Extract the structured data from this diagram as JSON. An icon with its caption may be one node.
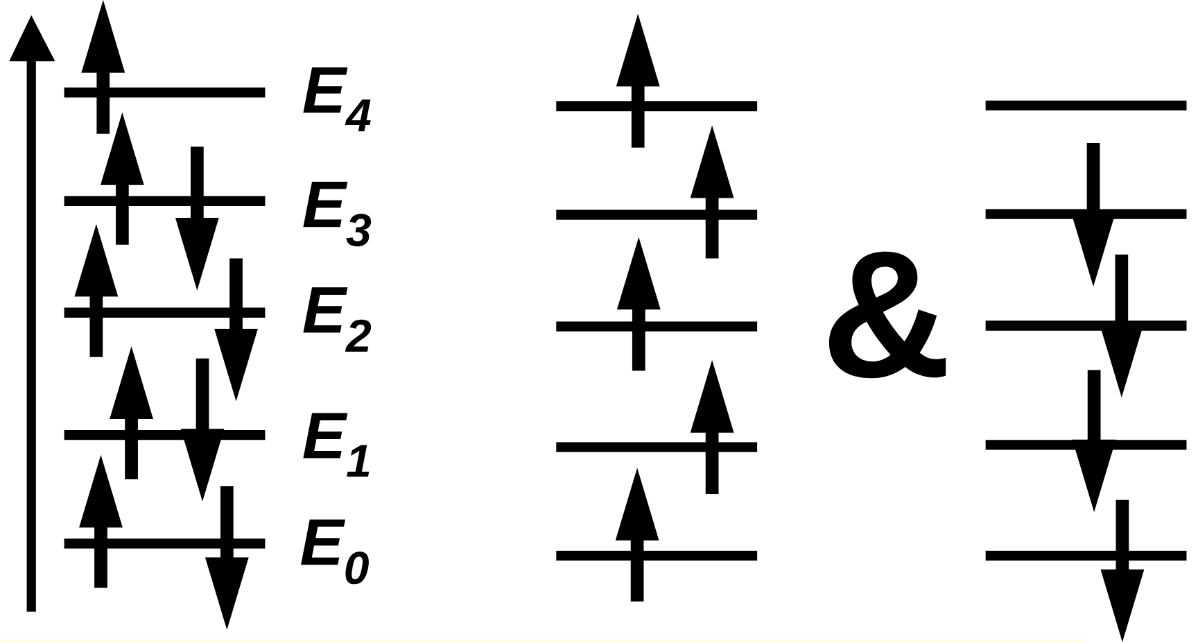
{
  "diagram": {
    "labels": [
      "E$_{4}$",
      "E$_{3}$",
      "E$_{2}$",
      "E$_{1}$",
      "E$_{0}$",
      "&"
    ]
  }
}
